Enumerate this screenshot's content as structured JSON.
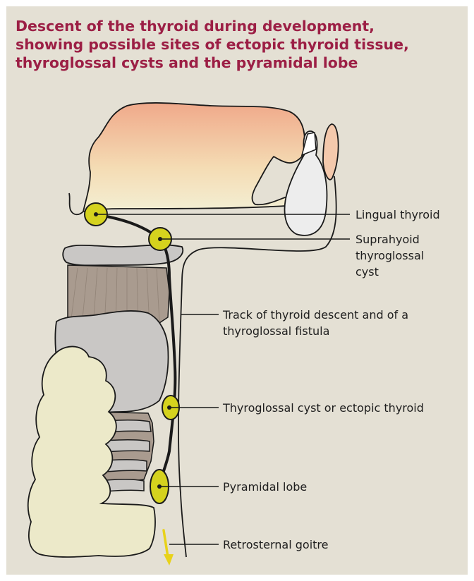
{
  "title": "Descent of the thyroid during development, showing possible sites of ectopic thyroid tissue, thyroglossal cysts and the pyramidal lobe",
  "labels": {
    "lingual": "Lingual thyroid",
    "suprahyoid": [
      "Suprahyoid",
      "thyroglossal",
      "cyst"
    ],
    "track": [
      "Track of thyroid descent and of a",
      "thyroglossal fistula"
    ],
    "cyst_ectopic": "Thyroglossal cyst or ectopic thyroid",
    "pyramidal": "Pyramidal lobe",
    "retrosternal": "Retrosternal goitre"
  },
  "colors": {
    "panel": "#e4e0d4",
    "title": "#9c1f45",
    "thyroid_tissue": "#d5d21e",
    "arrow": "#e8d21a",
    "cartilage": "#c9c7c5",
    "thyroid_gland": "#ece9c9",
    "tongue_top": "#f0a98a",
    "tongue_bottom": "#f3efd4"
  }
}
